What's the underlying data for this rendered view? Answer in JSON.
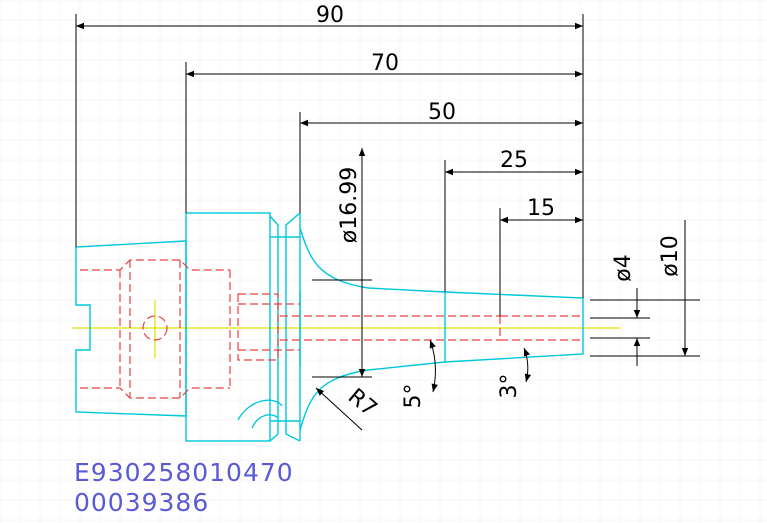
{
  "drawing": {
    "dimensions": {
      "overall_length": "90",
      "flange_to_tip": "70",
      "face_to_tip": "50",
      "taper_length": "25",
      "bore_length": "15",
      "diameter_body": "ø16.99",
      "diameter_bore": "ø4",
      "diameter_tip": "ø10",
      "radius": "R7",
      "angle_outer": "5°",
      "angle_tip": "3°"
    },
    "codes": {
      "part_number": "E930258010470",
      "serial_number": "00039386"
    },
    "colors": {
      "outline": "#00c8dc",
      "hidden": "#e84040",
      "centerline": "#e0e000",
      "dimension": "#000000",
      "code_text": "#5a5ad6",
      "grid": "#eeeeee"
    }
  }
}
